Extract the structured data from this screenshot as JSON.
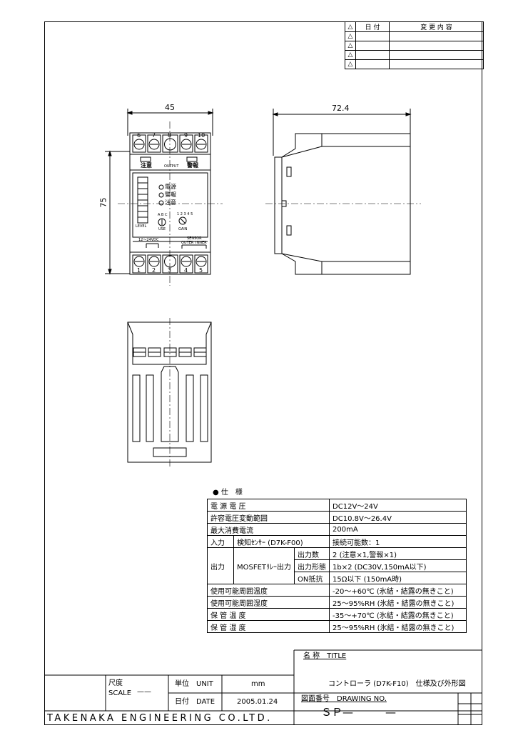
{
  "revision_table": {
    "col_delta": "△",
    "col_date": "日 付",
    "col_contents": "変 更 内 容",
    "rows": [
      "",
      "",
      "",
      ""
    ]
  },
  "dimensions": {
    "front_width": "45",
    "front_height": "75",
    "side_depth": "72.4"
  },
  "front_view": {
    "terminals_top": [
      "6",
      "7",
      "8",
      "9",
      "10"
    ],
    "terminals_bottom": [
      "1",
      "2",
      "3",
      "4",
      "5"
    ],
    "label_caution": "注意",
    "label_output": "OUTPUT",
    "label_alarm": "警報",
    "indicators": [
      "電源",
      "警報",
      "注意"
    ],
    "label_level": "LEVEL",
    "label_use": "USE",
    "label_gain": "GAIN",
    "use_marks": "A B C",
    "gain_marks": "1 2 3 4 5",
    "label_voltage": "12～24VDC",
    "label_sensor": "SENSOR",
    "label_outer": "OUTER",
    "label_inner": "INNER"
  },
  "spec": {
    "heading": "● 仕　様",
    "rows": {
      "supply_voltage_label": "電 源 電 圧",
      "supply_voltage_value": "DC12V～24V",
      "voltage_range_label": "許容電圧変動範囲",
      "voltage_range_value": "DC10.8V～26.4V",
      "power_label": "最大消費電流",
      "power_value": "200mA",
      "input_label": "入力",
      "input_sub": "検知ｾﾝｻｰ (D7K-F00)",
      "input_value": "接続可能数：1",
      "output_label": "出力",
      "output_sub": "MOSFETﾘﾚｰ出力",
      "out_count_label": "出力数",
      "out_count_value": "2 (注意×1,警報×1)",
      "out_form_label": "出力形態",
      "out_form_value": "1b×2 (DC30V,150mA以下)",
      "on_res_label": "ON抵抗",
      "on_res_value": "15Ω以下 (150mA時)",
      "op_temp_label": "使用可能周囲温度",
      "op_temp_value": "-20～+60℃ (氷結・結露の無きこと)",
      "op_hum_label": "使用可能周囲湿度",
      "op_hum_value": "25～95%RH (氷結・結露の無きこと)",
      "st_temp_label": "保 管 温 度",
      "st_temp_value": "-35～+70℃ (氷結・結露の無きこと)",
      "st_hum_label": "保 管 湿 度",
      "st_hum_value": "25～95%RH (氷結・結露の無きこと)"
    }
  },
  "title_block": {
    "scale_label": "尺度\nSCALE",
    "scale_value": "——",
    "unit_label": "単位　UNIT",
    "unit_value": "mm",
    "date_label": "日付　DATE",
    "date_value": "2005.01.24",
    "name_label": "名 称　TITLE",
    "title_value": "コントローラ (D7K-F10)　仕様及び外形図",
    "drawing_no_label": "図面番号　DRAWING NO.",
    "drawing_no_value": "ＳＰ—　　　—",
    "company": "TAKENAKA ENGINEERING CO.LTD."
  }
}
